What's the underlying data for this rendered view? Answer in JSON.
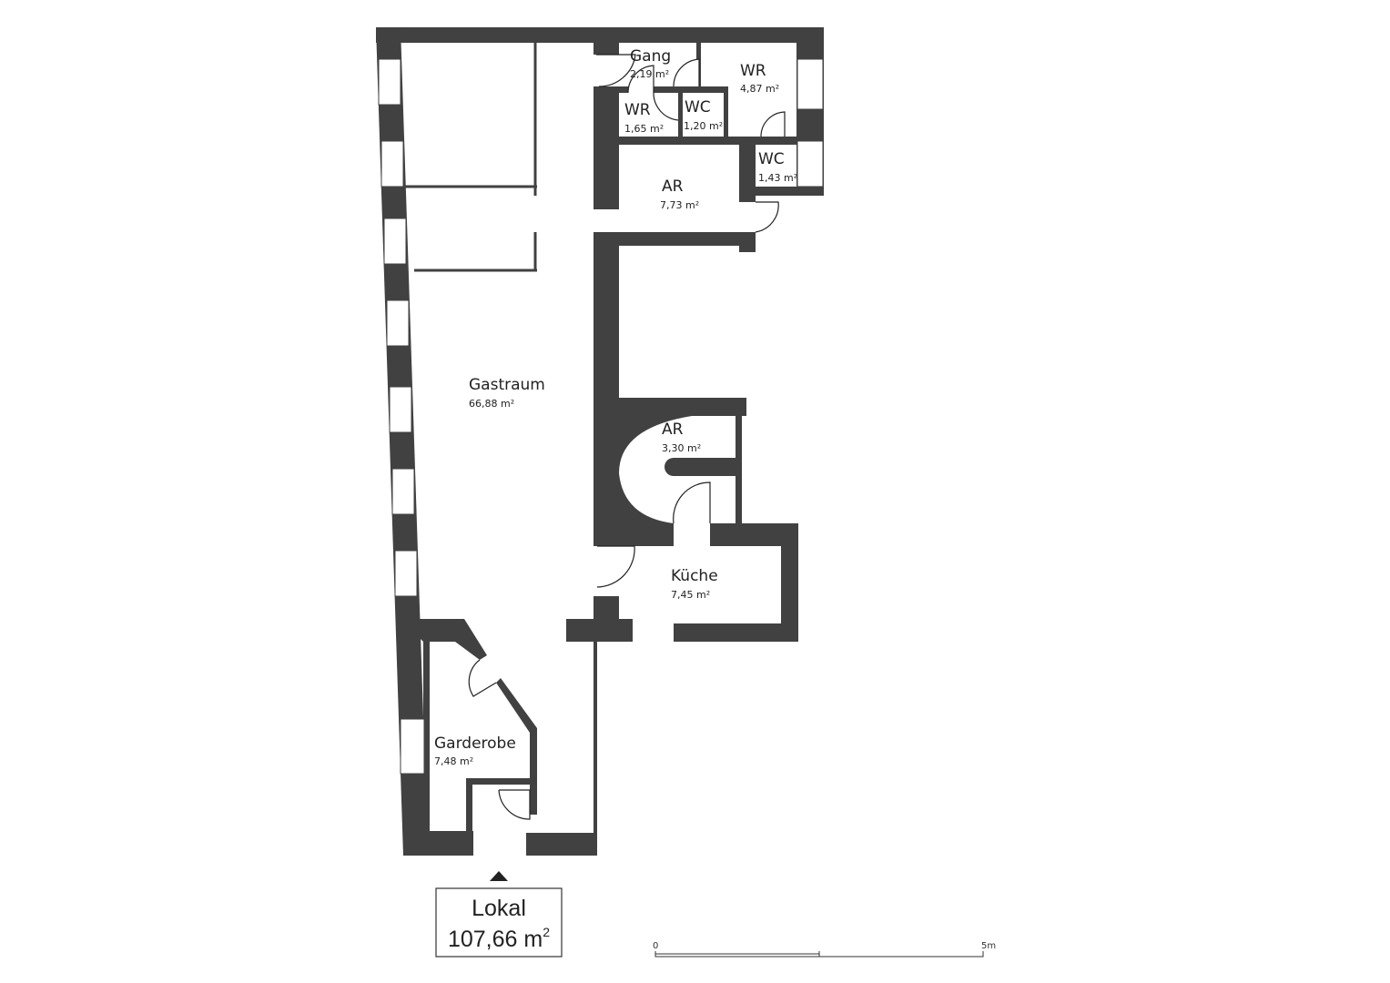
{
  "title": {
    "name": "Lokal",
    "area": "107,66 m",
    "sup": "2"
  },
  "rooms": [
    {
      "name": "Gang",
      "area": "2,19 m²"
    },
    {
      "name": "WR",
      "area": "4,87 m²"
    },
    {
      "name": "WR",
      "area": "1,65 m²"
    },
    {
      "name": "WC",
      "area": "1,20 m²"
    },
    {
      "name": "WC",
      "area": "1,43 m²"
    },
    {
      "name": "AR",
      "area": "7,73 m²"
    },
    {
      "name": "Gastraum",
      "area": "66,88 m²"
    },
    {
      "name": "AR",
      "area": "3,30 m²"
    },
    {
      "name": "Küche",
      "area": "7,45 m²"
    },
    {
      "name": "Garderobe",
      "area": "7,48 m²"
    }
  ],
  "scale": {
    "start": "0",
    "end": "5m"
  },
  "colors": {
    "wall": "#414141"
  }
}
